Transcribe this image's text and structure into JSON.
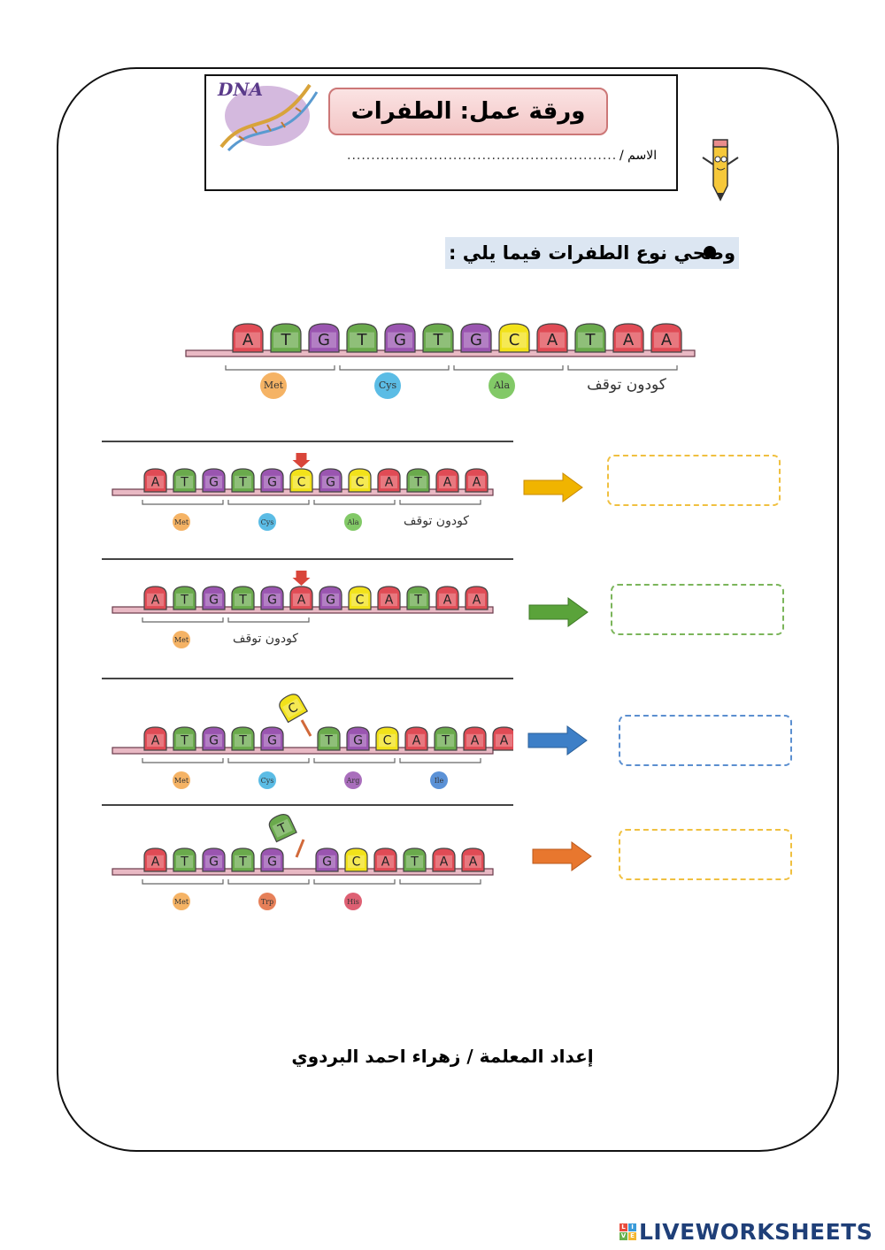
{
  "worksheet": {
    "title": "ورقة عمل: الطفرات",
    "name_label": "الاسم /",
    "name_dots": "......................................................................",
    "dna_logo_text": "DNA",
    "instruction": "وضحي نوع الطفرات فيما يلي :",
    "author": "إعداد المعلمة / زهراء احمد البردوي",
    "watermark": "LIVEWORKSHEETS"
  },
  "reference_strip": {
    "bases": [
      "A",
      "T",
      "G",
      "T",
      "G",
      "T",
      "G",
      "C",
      "A",
      "T",
      "A",
      "A"
    ],
    "amino_acids": [
      "Met",
      "Cys",
      "Ala"
    ],
    "stop_label": "كودون توقف"
  },
  "mutations": [
    {
      "bases": [
        "A",
        "T",
        "G",
        "T",
        "G",
        "C",
        "G",
        "C",
        "A",
        "T",
        "A",
        "A"
      ],
      "marker_index": 5,
      "amino_acids": [
        "Met",
        "Cys",
        "Ala"
      ],
      "stop_label": "كودون توقف",
      "arrow_color": "#f0b400",
      "box_color": "#f0c040"
    },
    {
      "bases": [
        "A",
        "T",
        "G",
        "T",
        "G",
        "A",
        "G",
        "C",
        "A",
        "T",
        "A",
        "A"
      ],
      "marker_index": 5,
      "amino_acids": [
        "Met"
      ],
      "stop_label": "كودون توقف",
      "arrow_color": "#5aa33a",
      "box_color": "#7bb55a"
    },
    {
      "bases": [
        "A",
        "T",
        "G",
        "T",
        "G",
        "T",
        "G",
        "C",
        "A",
        "T",
        "A",
        "A"
      ],
      "inserted": "C",
      "amino_acids": [
        "Met",
        "Cys",
        "Arg",
        "Ile"
      ],
      "arrow_color": "#3d7fc7",
      "box_color": "#5b8fd0"
    },
    {
      "bases": [
        "A",
        "T",
        "G",
        "T",
        "G",
        "G",
        "C",
        "A",
        "T",
        "A",
        "A"
      ],
      "removed": "T",
      "amino_acids": [
        "Met",
        "Trp",
        "His"
      ],
      "arrow_color": "#e8772e",
      "box_color": "#f0c040"
    }
  ],
  "colors": {
    "A": "#e04b55",
    "T": "#6aaa4c",
    "G": "#9a55b0",
    "C": "#f2e21a",
    "Met": "#f3a64a",
    "Cys": "#3eb0e0",
    "Ala": "#6cbf4c",
    "Arg": "#9a55b0",
    "Ile": "#3e7fd0",
    "Trp": "#e26a3c",
    "His": "#d8445a"
  }
}
